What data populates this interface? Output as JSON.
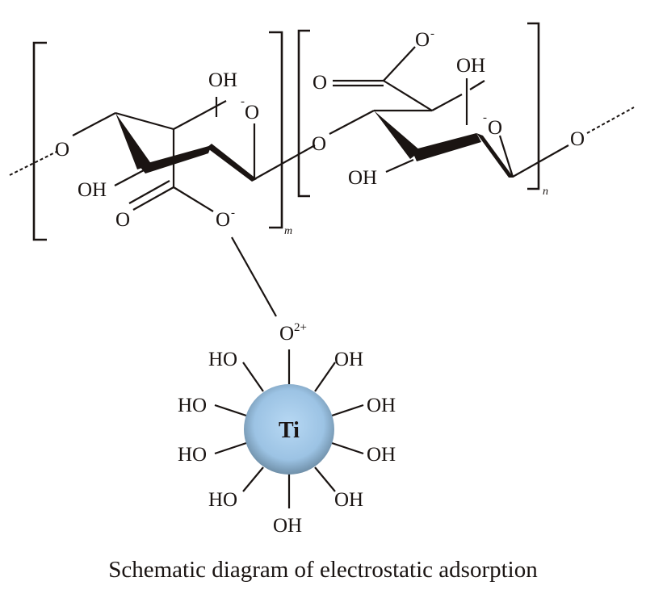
{
  "caption": "Schematic diagram of electrostatic adsorption",
  "unit_m": {
    "subscript": "m",
    "labels": {
      "glycosidic_o_left": "O",
      "oh_top": "OH",
      "o_minus_ring": "O",
      "oh_bottom": "OH",
      "carbonyl_o": "O",
      "carboxylate_o": "O",
      "bridge_o": "O"
    },
    "charges": {
      "o_minus_ring": "-",
      "carboxylate_o": "-"
    }
  },
  "unit_n": {
    "subscript": "n",
    "labels": {
      "carboxylate_o": "O",
      "carbonyl_o": "O",
      "oh_top": "OH",
      "o_minus_ring": "O",
      "oh_bottom": "OH",
      "glycosidic_o_right": "O"
    },
    "charges": {
      "o_minus_ring": "-",
      "carboxylate_o": "-"
    }
  },
  "titanium": {
    "center_label": "Ti",
    "top_group": "O",
    "top_charge": "2+",
    "ligands": {
      "upper_left": "HO",
      "upper_right": "OH",
      "mid_left": "HO",
      "mid_right": "OH",
      "lower_mid_left": "HO",
      "lower_mid_right": "OH",
      "bottom_left": "HO",
      "bottom_right": "OH",
      "bottom": "OH"
    },
    "sphere_color": "#9cc3e4",
    "sphere_edge_color": "#6f8fa8"
  }
}
